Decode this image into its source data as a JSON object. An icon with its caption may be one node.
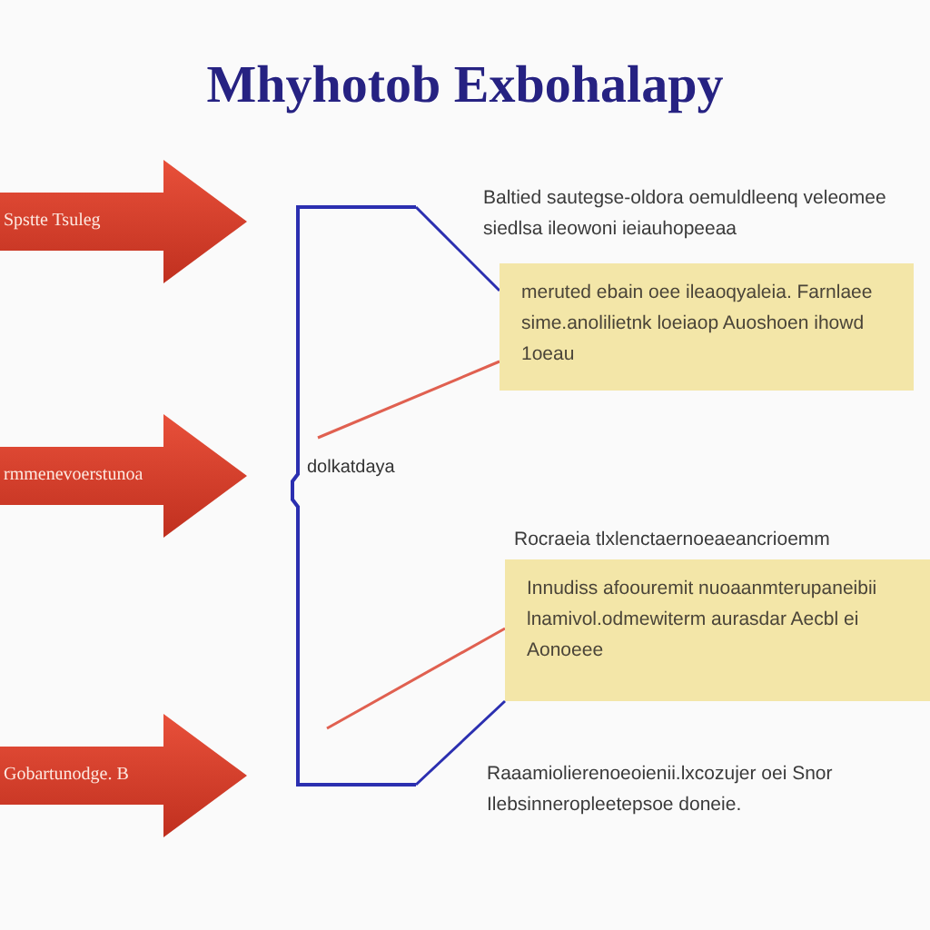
{
  "diagram": {
    "title": "Mhyhotob Exbohalapy",
    "nodes": [
      {
        "text": [
          "Spstte Tsuleg"
        ]
      },
      {
        "text": [
          "rmmenevoerstunoa"
        ]
      },
      {
        "text": [
          "Gobartunodge. B"
        ]
      },
      {
        "text": [
          "dolkatdaya"
        ]
      },
      {
        "text": [
          "meruted ebain oee ileaoqyaleia. Farnlaee sime.anolilietnk loeiaop Auoshoen ihowd 1oeau"
        ]
      },
      {
        "text": [
          "Innudiss afoouremit nuoaanmterupaneibii lnamivol.odmewiterm aurasdar Aecbl ei Aonoeee"
        ],
        "beside": [
          "Rocraeia tlxlenctaernoeaeancrioemm"
        ]
      }
    ],
    "edges": [
      {
        "from": 3,
        "to": 4,
        "arrow": "none",
        "color": "#2b2fb0"
      },
      {
        "from": 3,
        "to": 4,
        "arrow": "none",
        "color": "#e06050"
      },
      {
        "from": 3,
        "to": 5,
        "arrow": "none",
        "color": "#e06050"
      },
      {
        "from": 3,
        "to": 5,
        "arrow": "none",
        "color": "#2b2fb0"
      }
    ],
    "labels": [
      "Baltied sautegse-oldora oemuldleenq veleomee siedlsa ileowoni ieiauhopeeaa",
      "Raaamiolierenoeoienii.lxcozujer oei Snor Ilebsinneropleetepsoe doneie."
    ]
  }
}
